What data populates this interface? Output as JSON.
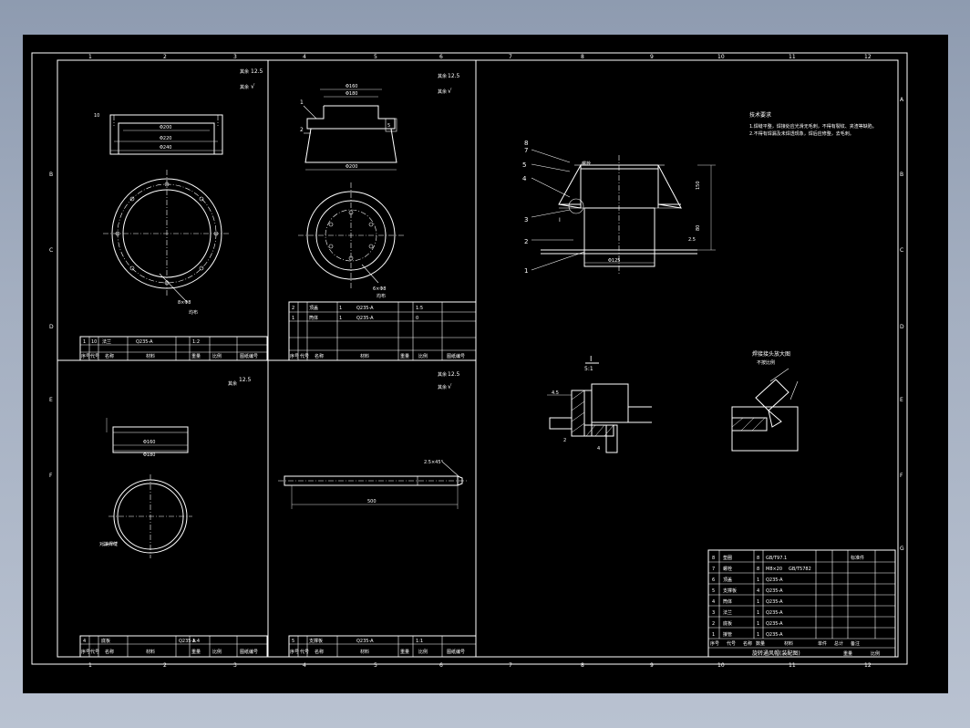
{
  "zone_columns": [
    "1",
    "2",
    "3",
    "4",
    "5",
    "6",
    "7",
    "8",
    "9",
    "10",
    "11",
    "12"
  ],
  "zone_rows": [
    "A",
    "B",
    "C",
    "D",
    "E",
    "F",
    "G"
  ],
  "tech_requirements": {
    "title": "技术要求",
    "lines": [
      "1.焊缝平整，焊接处应光滑无毛刺，不得有裂纹、夹渣等缺陷。",
      "2.不得有焊漏及未焊透现象，焊后应修整，去毛刺。"
    ]
  },
  "detail_view": {
    "label": "I",
    "scale": "5:1"
  },
  "section_view": {
    "title": "焊接接头放大图",
    "sub": "不按比例"
  },
  "roughness_marks": [
    "12.5",
    "其余",
    "√"
  ],
  "main_parts_table": {
    "rows": [
      [
        "8",
        "垫圈",
        "8",
        "GB/T97.1",
        "",
        "",
        "",
        "",
        "标准件"
      ],
      [
        "7",
        "螺栓",
        "8",
        "M8×20",
        "GB/T5782",
        "",
        "",
        "",
        ""
      ],
      [
        "6",
        "顶盖",
        "1",
        "Q235-A",
        "",
        "",
        "",
        "",
        ""
      ],
      [
        "5",
        "支撑板",
        "4",
        "Q235-A",
        "",
        "",
        "",
        "",
        ""
      ],
      [
        "4",
        "筒体",
        "1",
        "Q235-A",
        "",
        "",
        "",
        "",
        ""
      ],
      [
        "3",
        "法兰",
        "1",
        "Q235-A",
        "",
        "",
        "",
        "",
        ""
      ],
      [
        "2",
        "底板",
        "1",
        "Q235-A",
        "",
        "",
        "",
        "",
        ""
      ],
      [
        "1",
        "接管",
        "1",
        "Q235-A",
        "",
        "",
        "",
        "",
        ""
      ]
    ],
    "header": [
      "序号",
      "代号",
      "名称",
      "数量",
      "材料",
      "单件",
      "总计",
      "备注"
    ],
    "title_block": "旋转通风帽(装配图)",
    "title_sub": "总图",
    "weight_label": "重量",
    "scale_label": "比例"
  },
  "small_table_left_top": {
    "row1": [
      "1",
      "10",
      "法兰",
      "",
      "Q235-A",
      "",
      "1:2"
    ],
    "header": [
      "序号",
      "代号",
      "名称",
      "数量",
      "材料",
      "重量",
      "比例",
      "图纸编号"
    ]
  },
  "small_table_mid_top": {
    "row1": [
      "2",
      "顶盖",
      "1",
      "Q235-A",
      "",
      "1:5"
    ],
    "row2": [
      "1",
      "筒体",
      "1",
      "Q235-A",
      "",
      "0"
    ],
    "header": [
      "序号",
      "代号",
      "名称",
      "数量",
      "材料",
      "重量",
      "比例",
      "图纸编号"
    ]
  },
  "small_table_left_bot": {
    "row1": [
      "4",
      "底板",
      "",
      "Q235-A",
      "",
      "1:4"
    ],
    "header": [
      "序号",
      "代号",
      "名称",
      "数量",
      "材料",
      "重量",
      "比例",
      "图纸编号"
    ]
  },
  "small_table_mid_bot": {
    "row1": [
      "5",
      "支撑板",
      "",
      "Q235-A",
      "",
      "1:1"
    ],
    "header": [
      "序号",
      "代号",
      "名称",
      "数量",
      "材料",
      "重量",
      "比例",
      "图纸编号"
    ]
  },
  "dims": {
    "d1": "Φ200",
    "d2": "Φ220",
    "d3": "Φ240",
    "d4": "Φ160",
    "d5": "Φ180",
    "d6": "500",
    "d7": "Φ125",
    "d8": "2.5×45°"
  },
  "balloons": [
    "8",
    "7",
    "5",
    "4",
    "3",
    "2",
    "1"
  ]
}
